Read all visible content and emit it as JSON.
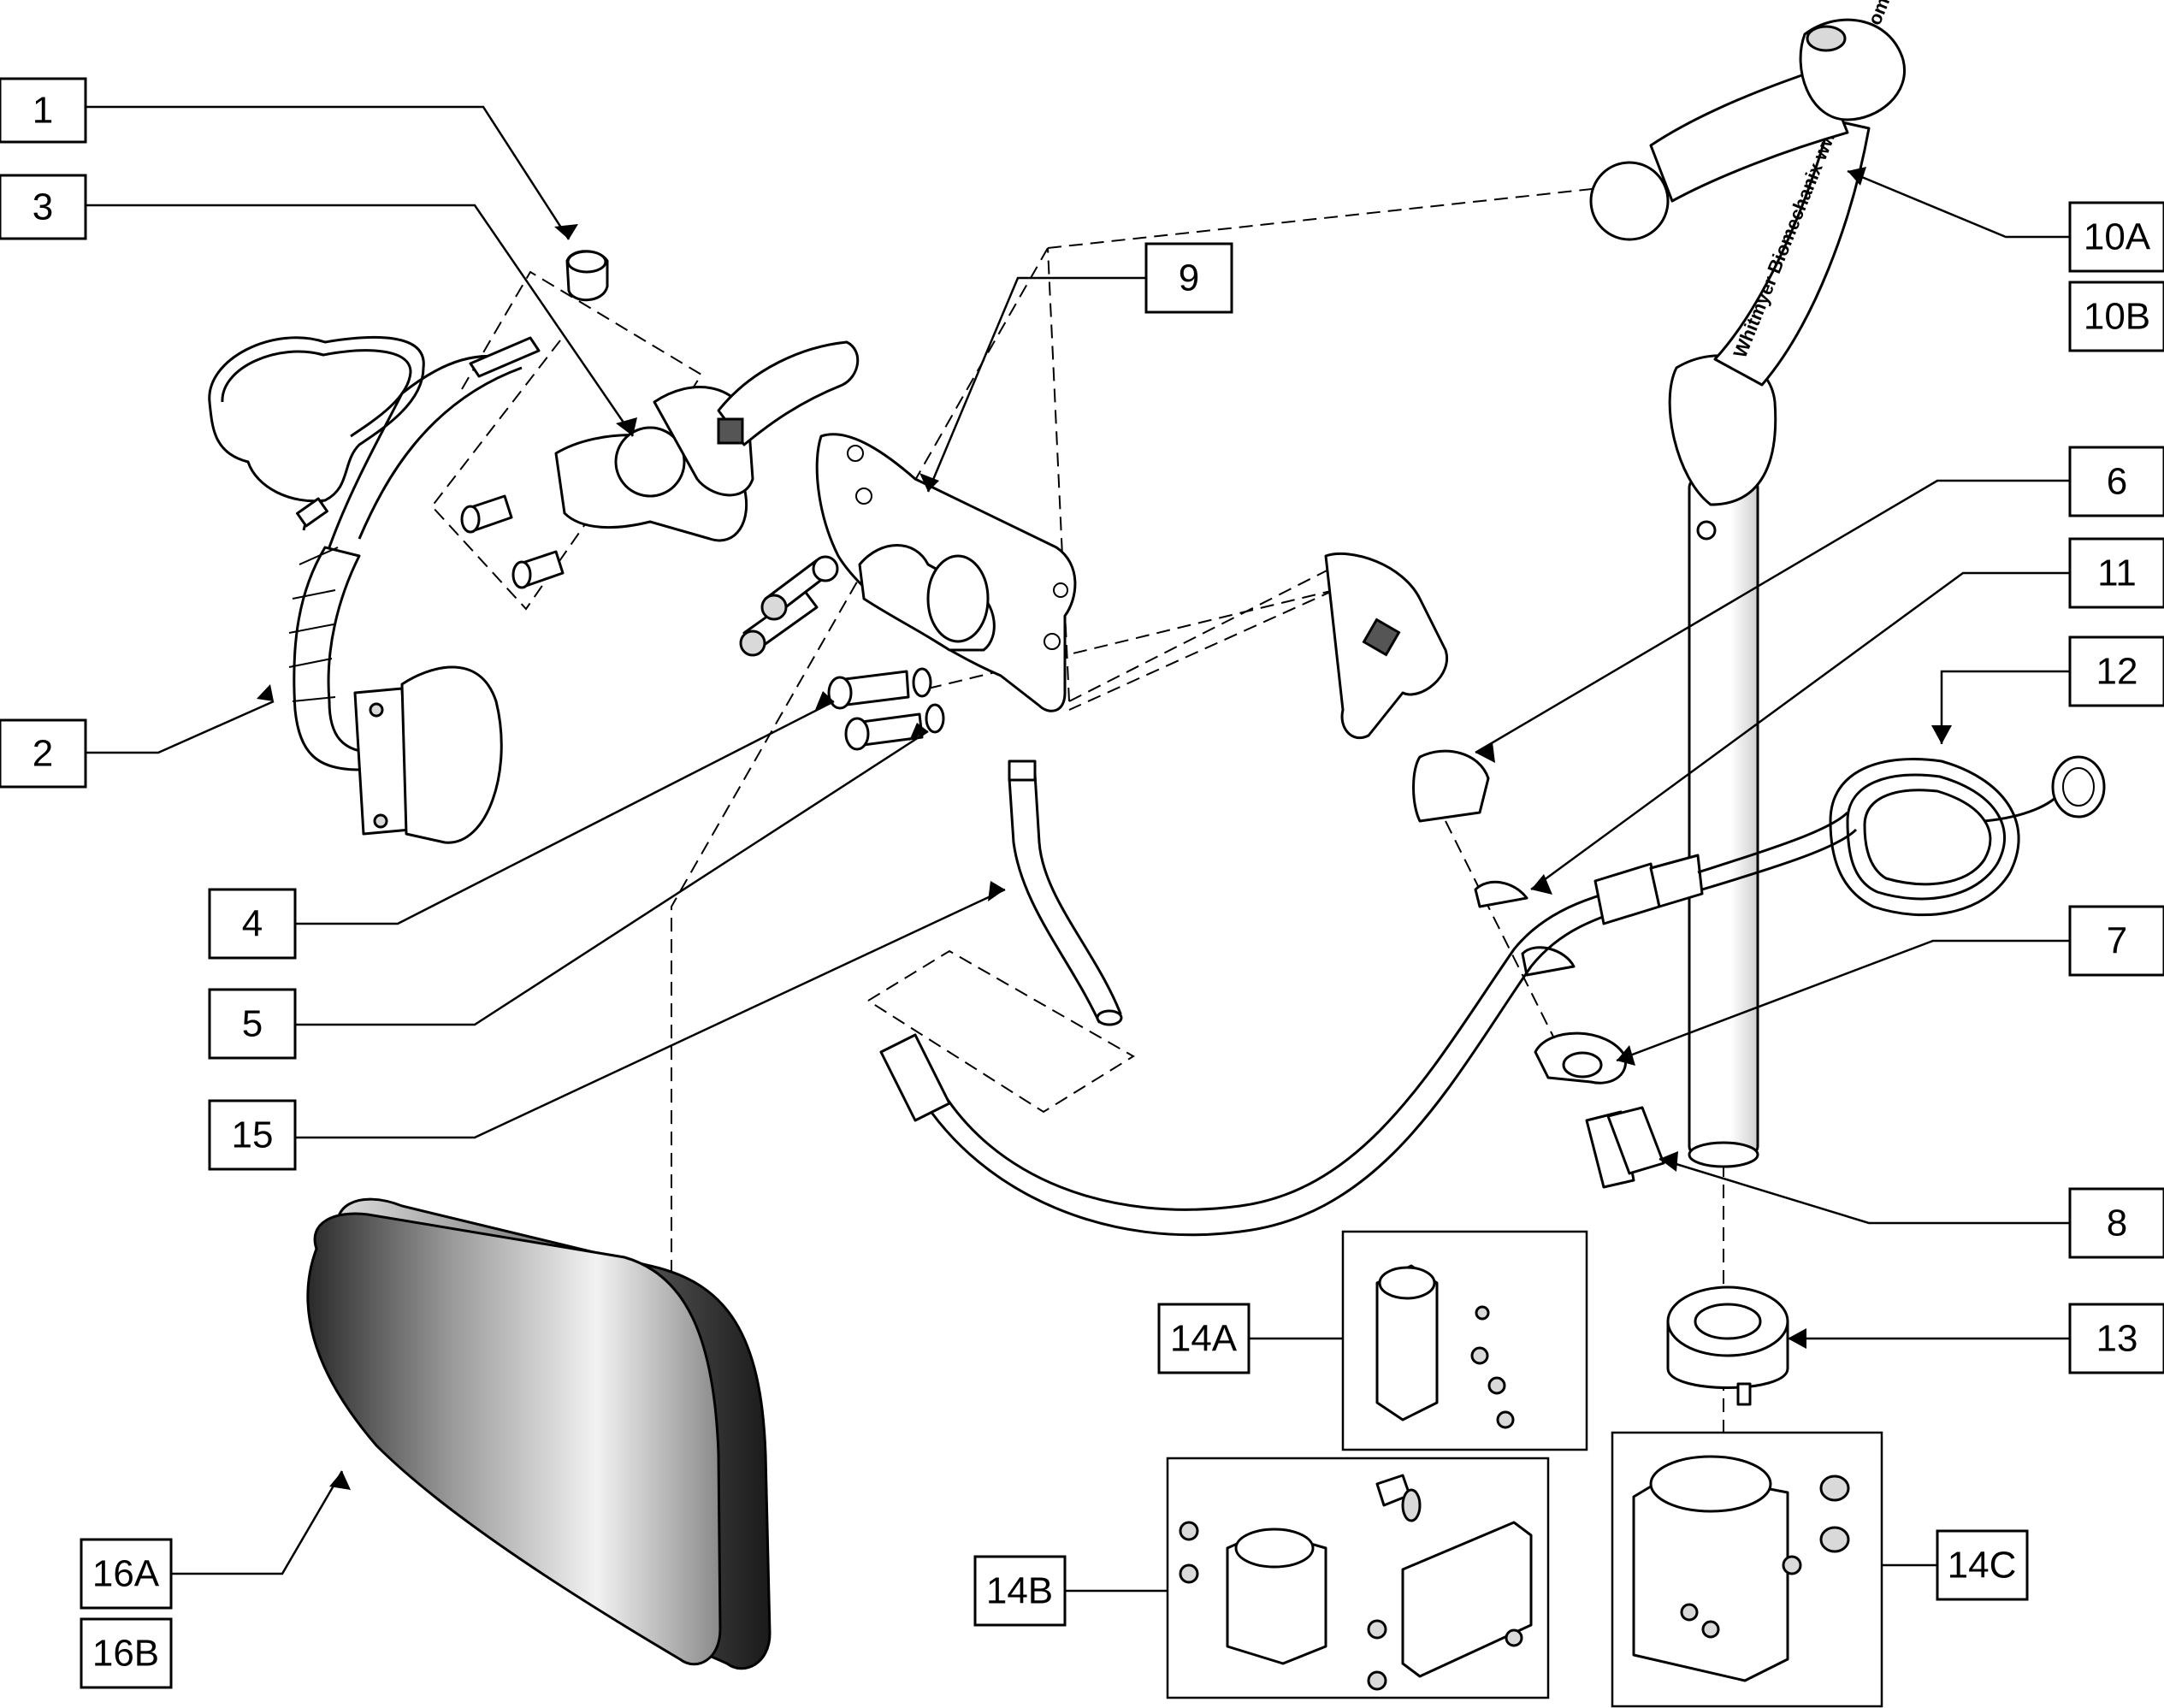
{
  "callouts": {
    "c1": "1",
    "c2": "2",
    "c3": "3",
    "c4": "4",
    "c5": "5",
    "c6": "6",
    "c7": "7",
    "c8": "8",
    "c9": "9",
    "c10a": "10A",
    "c10b": "10B",
    "c11": "11",
    "c12": "12",
    "c13": "13",
    "c14a": "14A",
    "c14b": "14B",
    "c14c": "14C",
    "c15": "15",
    "c16a": "16A",
    "c16b": "16B"
  },
  "arm_lettering": "Whitmyer Biomechanix   www.whitmyer.com"
}
